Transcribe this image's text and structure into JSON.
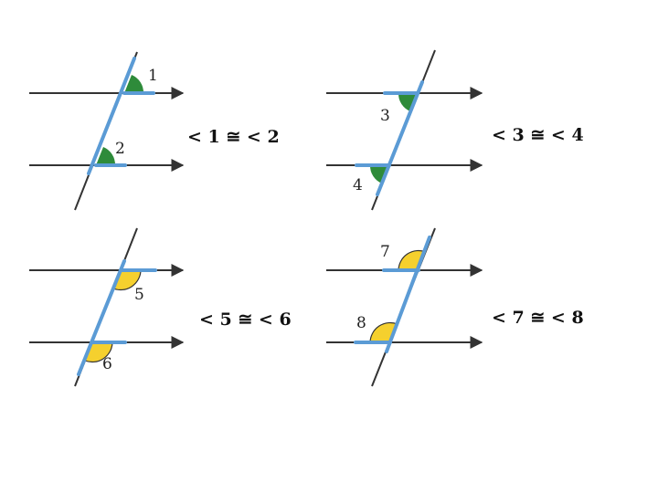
{
  "colors": {
    "line": "#333333",
    "highlight": "#5b9bd5",
    "green_angle": "#2e8b3a",
    "yellow_angle": "#f5d02e"
  },
  "figures": [
    {
      "id": "fig1",
      "labels": [
        "1",
        "2"
      ],
      "relation": "< 1 ≅ < 2",
      "angle_fill": "green"
    },
    {
      "id": "fig2",
      "labels": [
        "3",
        "4"
      ],
      "relation": "< 3 ≅ < 4",
      "angle_fill": "green"
    },
    {
      "id": "fig3",
      "labels": [
        "5",
        "6"
      ],
      "relation": "< 5 ≅ < 6",
      "angle_fill": "yellow"
    },
    {
      "id": "fig4",
      "labels": [
        "7",
        "8"
      ],
      "relation": "< 7 ≅ < 8",
      "angle_fill": "yellow"
    }
  ]
}
